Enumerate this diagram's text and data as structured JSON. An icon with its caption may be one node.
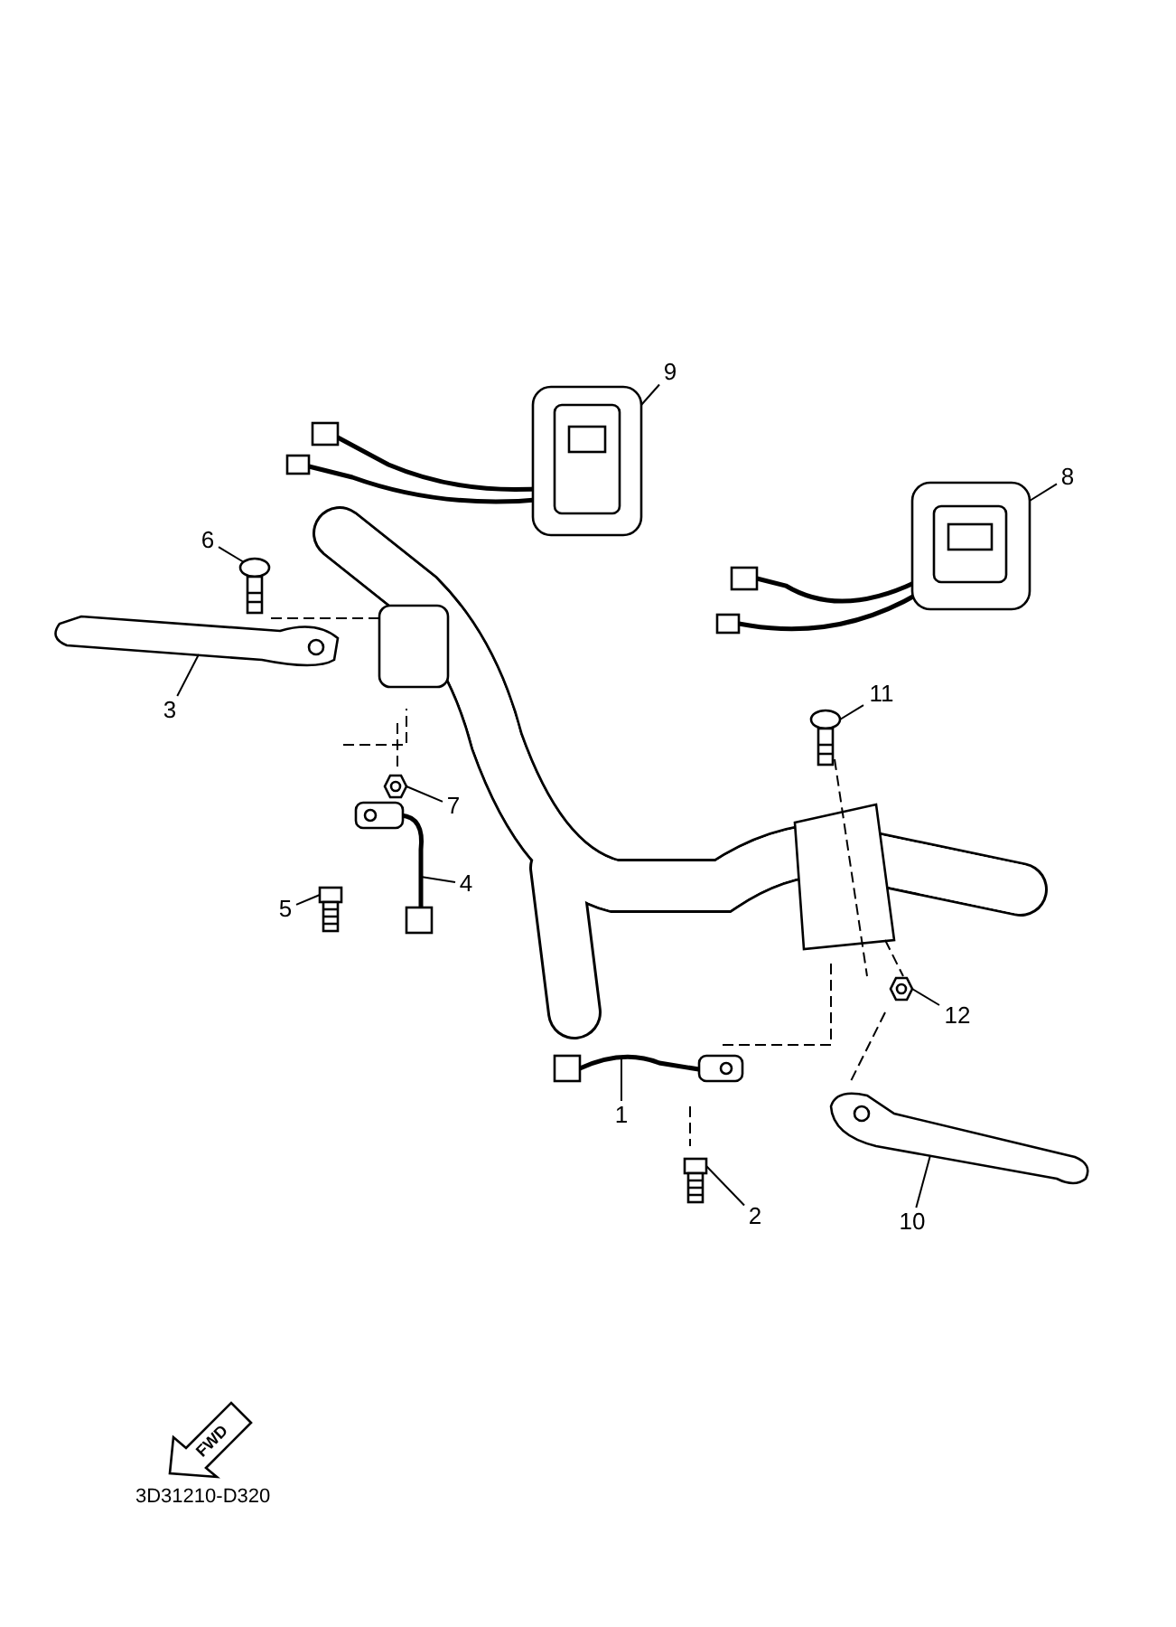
{
  "diagram": {
    "nodes": [
      {
        "text": [
          "1"
        ]
      },
      {
        "text": [
          "2"
        ]
      },
      {
        "text": [
          "3"
        ]
      },
      {
        "text": [
          "4"
        ]
      },
      {
        "text": [
          "5"
        ]
      },
      {
        "text": [
          "6"
        ]
      },
      {
        "text": [
          "7"
        ]
      },
      {
        "text": [
          "8"
        ]
      },
      {
        "text": [
          "9"
        ]
      },
      {
        "text": [
          "10"
        ]
      },
      {
        "text": [
          "11"
        ]
      },
      {
        "text": [
          "12"
        ]
      },
      {
        "text": [],
        "shape": "picture"
      },
      {
        "text": [],
        "shape": "picture"
      },
      {
        "text": [],
        "shape": "picture"
      },
      {
        "text": [],
        "shape": "picture"
      },
      {
        "text": [],
        "shape": "picture"
      },
      {
        "text": [],
        "shape": "picture"
      },
      {
        "text": [],
        "shape": "picture"
      },
      {
        "text": [],
        "shape": "picture"
      },
      {
        "text": [],
        "shape": "picture"
      },
      {
        "text": [],
        "shape": "picture"
      },
      {
        "text": [],
        "shape": "picture"
      },
      {
        "text": [],
        "shape": "picture"
      }
    ],
    "edges": [
      {
        "from": 0,
        "to": 12,
        "arrow": "none"
      },
      {
        "from": 1,
        "to": 13,
        "arrow": "none"
      },
      {
        "from": 2,
        "to": 14,
        "arrow": "none"
      },
      {
        "from": 3,
        "to": 15,
        "arrow": "none"
      },
      {
        "from": 4,
        "to": 16,
        "arrow": "none"
      },
      {
        "from": 5,
        "to": 17,
        "arrow": "none"
      },
      {
        "from": 6,
        "to": 18,
        "arrow": "none"
      },
      {
        "from": 7,
        "to": 19,
        "arrow": "none"
      },
      {
        "from": 8,
        "to": 20,
        "arrow": "none"
      },
      {
        "from": 9,
        "to": 21,
        "arrow": "none"
      },
      {
        "from": 10,
        "to": 22,
        "arrow": "none"
      },
      {
        "from": 11,
        "to": 23,
        "arrow": "none"
      }
    ],
    "labels": [
      "FWD",
      "3D31210-D320"
    ]
  }
}
